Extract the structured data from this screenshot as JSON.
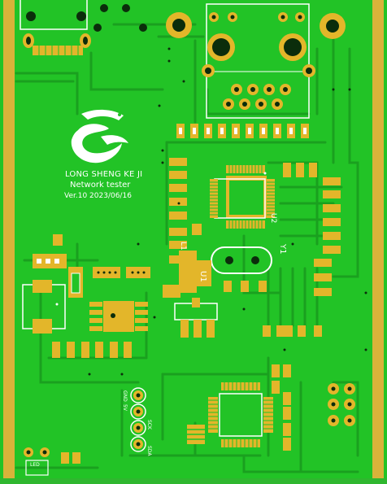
{
  "silkscreen": {
    "title": "LONG SHENG KE JI",
    "subtitle": "Network tester",
    "version": "Ver.10  2023/06/16"
  },
  "designators": {
    "u2": "U2",
    "y1": "Y1",
    "u1": "U1",
    "l1": "L1",
    "led": "LED",
    "gnd": "GND",
    "five_v": "5V",
    "sck": "SCK",
    "sda": "SDA"
  },
  "icons": {
    "logo": "dragon-logo-icon"
  },
  "colors": {
    "board": "#22c326",
    "trace": "#1aa01f",
    "pad_gold": "#e3b62a",
    "silk": "#ffffff",
    "edge": "#d7b43a",
    "via_hole": "#0b2d0b"
  }
}
